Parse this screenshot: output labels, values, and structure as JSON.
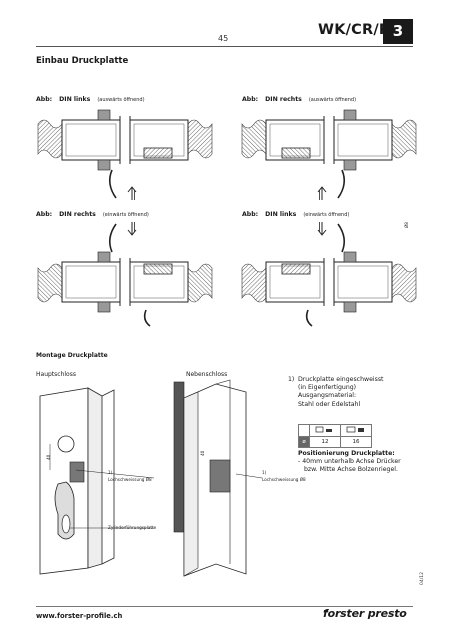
{
  "header": {
    "page_number": "45",
    "series_title": "WK/CR/RC",
    "chapter_number": "3"
  },
  "section": {
    "title": "Einbau Druckplatte"
  },
  "figures": [
    {
      "abbr": "Abb:",
      "label": "DIN links",
      "note": "(auswärts öffnend)"
    },
    {
      "abbr": "Abb:",
      "label": "DIN rechts",
      "note": "(auswärts öffnend)"
    },
    {
      "abbr": "Abb:",
      "label": "DIN rechts",
      "note": "(einwärts öffnend)"
    },
    {
      "abbr": "Abb:",
      "label": "DIN links",
      "note": "(einwärts öffnend)"
    }
  ],
  "figure_dim": "Ø8",
  "montage": {
    "title": "Montage Druckplatte",
    "hauptschloss": "Hauptschloss",
    "nebenschloss": "Nebenschloss",
    "marker": "1)",
    "lochschweissung_left": "Lochschweissung Ø8",
    "lochschweissung_right": "Lochschweissung Ø8",
    "zylinderfuehrungsplatte": "Zylinderführungsplatte",
    "dim_left": "40",
    "dim_right": "40"
  },
  "note": {
    "marker": "1)",
    "lines": [
      "Druckplatte eingeschweisst",
      "(in Eigenfertigung)",
      "Ausgangsmaterial:",
      "Stahl oder Edelstahl"
    ]
  },
  "position_table": {
    "header_symbols": [
      "",
      "",
      ""
    ],
    "row_label": "ø",
    "values": [
      "12",
      "16"
    ]
  },
  "positionierung": {
    "title": "Positionierung Druckplatte:",
    "lines": [
      "- 40mm unterhalb Achse Drücker",
      "bzw. Mitte Achse Bolzenriegel."
    ]
  },
  "footer": {
    "url": "www.forster-profile.ch",
    "logo": "forster presto",
    "doc_code": "04/12"
  }
}
